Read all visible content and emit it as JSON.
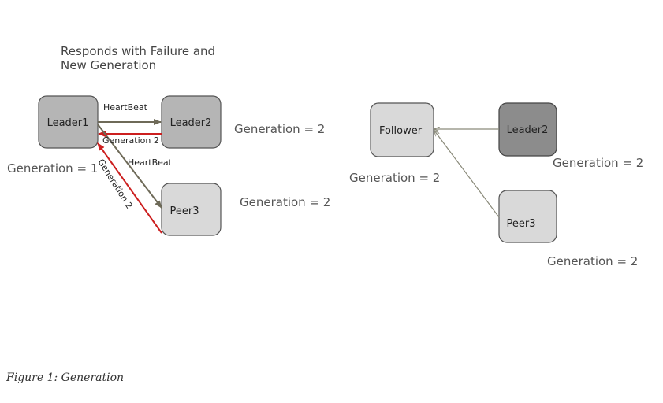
{
  "title": {
    "line1": "Responds with Failure and",
    "line2": "New Generation"
  },
  "left_diagram": {
    "nodes": {
      "leader1": "Leader1",
      "leader2": "Leader2",
      "peer3": "Peer3"
    },
    "edge_labels": {
      "heartbeat_to_leader2": "HeartBeat",
      "generation_from_leader2": "Generation 2",
      "heartbeat_to_peer3": "HeartBeat",
      "generation_from_peer3": "Generation 2"
    },
    "generation_labels": {
      "leader1": "Generation = 1",
      "leader2": "Generation = 2",
      "peer3": "Generation = 2"
    }
  },
  "right_diagram": {
    "nodes": {
      "follower": "Follower",
      "leader2": "Leader2",
      "peer3": "Peer3"
    },
    "generation_labels": {
      "follower": "Generation = 2",
      "leader2": "Generation = 2",
      "peer3": "Generation = 2"
    }
  },
  "colors": {
    "node_light": "#d9d9d9",
    "node_mid": "#b5b5b5",
    "node_dark": "#8c8c8c",
    "heartbeat_arrow": "#6e6a58",
    "generation_arrow": "#cc1f1f"
  },
  "caption": "Figure 1: Generation"
}
